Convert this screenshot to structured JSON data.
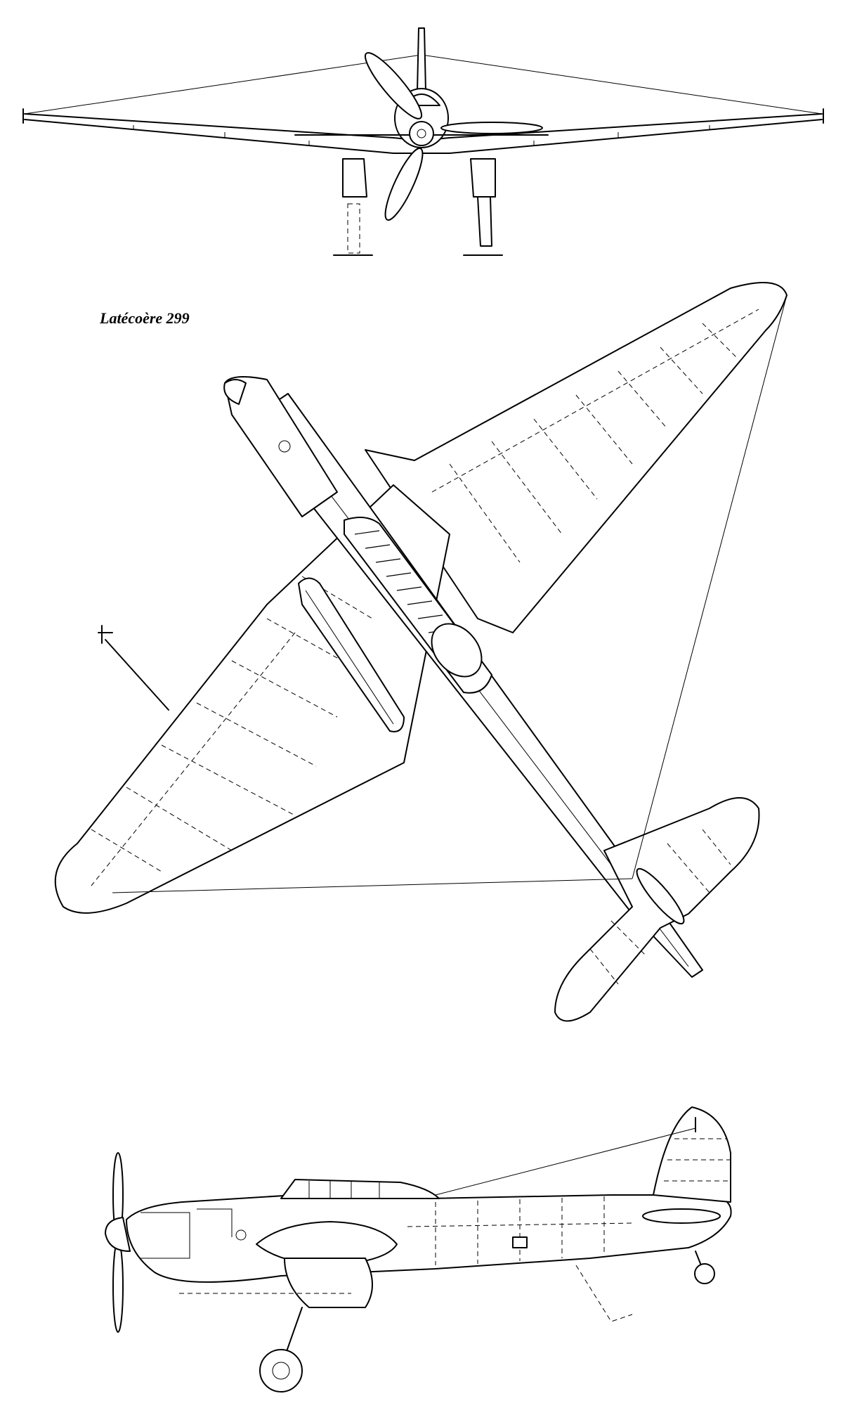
{
  "drawing": {
    "caption": "Latécoère 299",
    "views": [
      {
        "name": "front-view"
      },
      {
        "name": "top-view"
      },
      {
        "name": "side-view"
      }
    ]
  }
}
